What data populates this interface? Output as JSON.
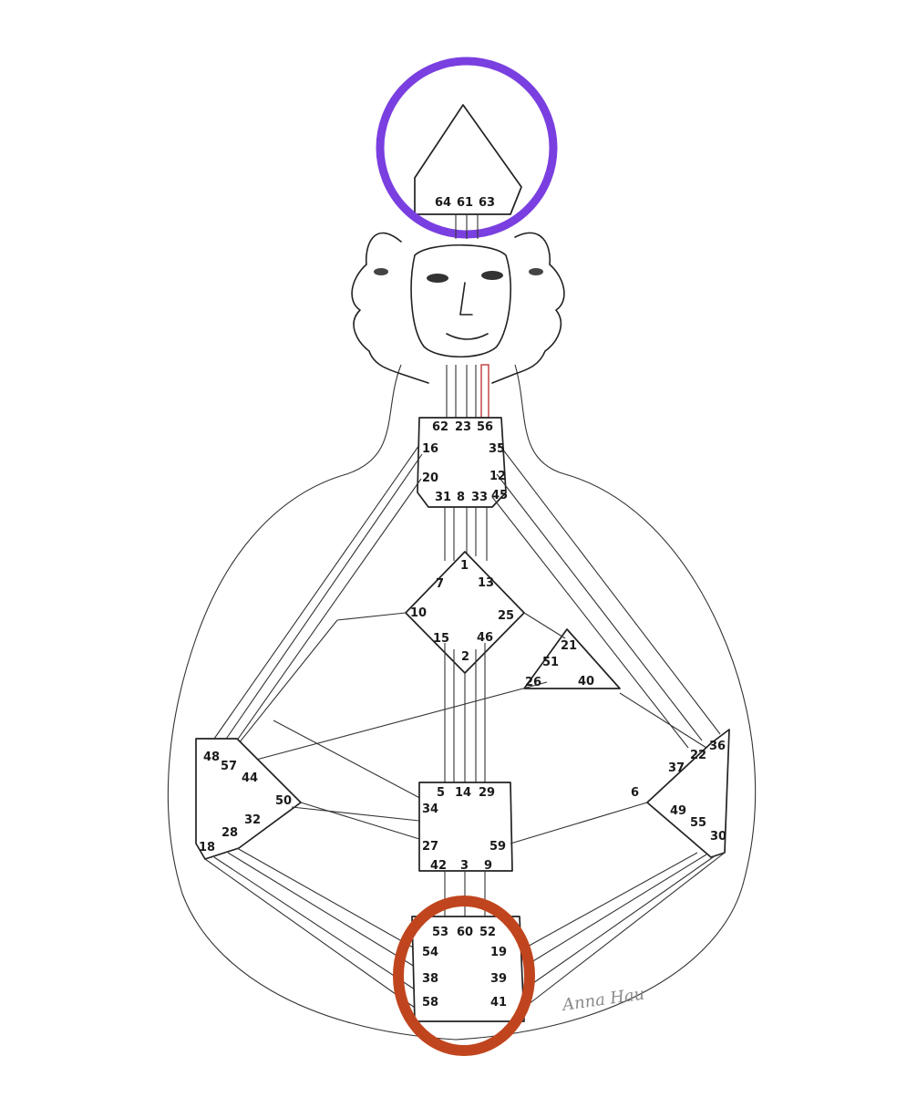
{
  "diagram": {
    "highlight_colors": {
      "crown": "#7a3fe0",
      "root": "#c0451e",
      "throat_channel": "#c23a3a"
    },
    "signature": "Anna Hau",
    "gates": {
      "head": [
        "64",
        "61",
        "63"
      ],
      "throat": [
        "62",
        "23",
        "56",
        "16",
        "35",
        "20",
        "12",
        "31",
        "8",
        "33",
        "45"
      ],
      "g_center": [
        "1",
        "7",
        "13",
        "10",
        "25",
        "15",
        "46",
        "2"
      ],
      "heart": [
        "21",
        "51",
        "26",
        "40"
      ],
      "spleen": [
        "48",
        "57",
        "44",
        "50",
        "32",
        "28",
        "18"
      ],
      "solar_plexus": [
        "36",
        "22",
        "37",
        "6",
        "49",
        "55",
        "30"
      ],
      "sacral": [
        "5",
        "14",
        "29",
        "34",
        "27",
        "59",
        "42",
        "3",
        "9"
      ],
      "root": [
        "53",
        "60",
        "52",
        "54",
        "19",
        "38",
        "39",
        "58",
        "41"
      ]
    }
  }
}
